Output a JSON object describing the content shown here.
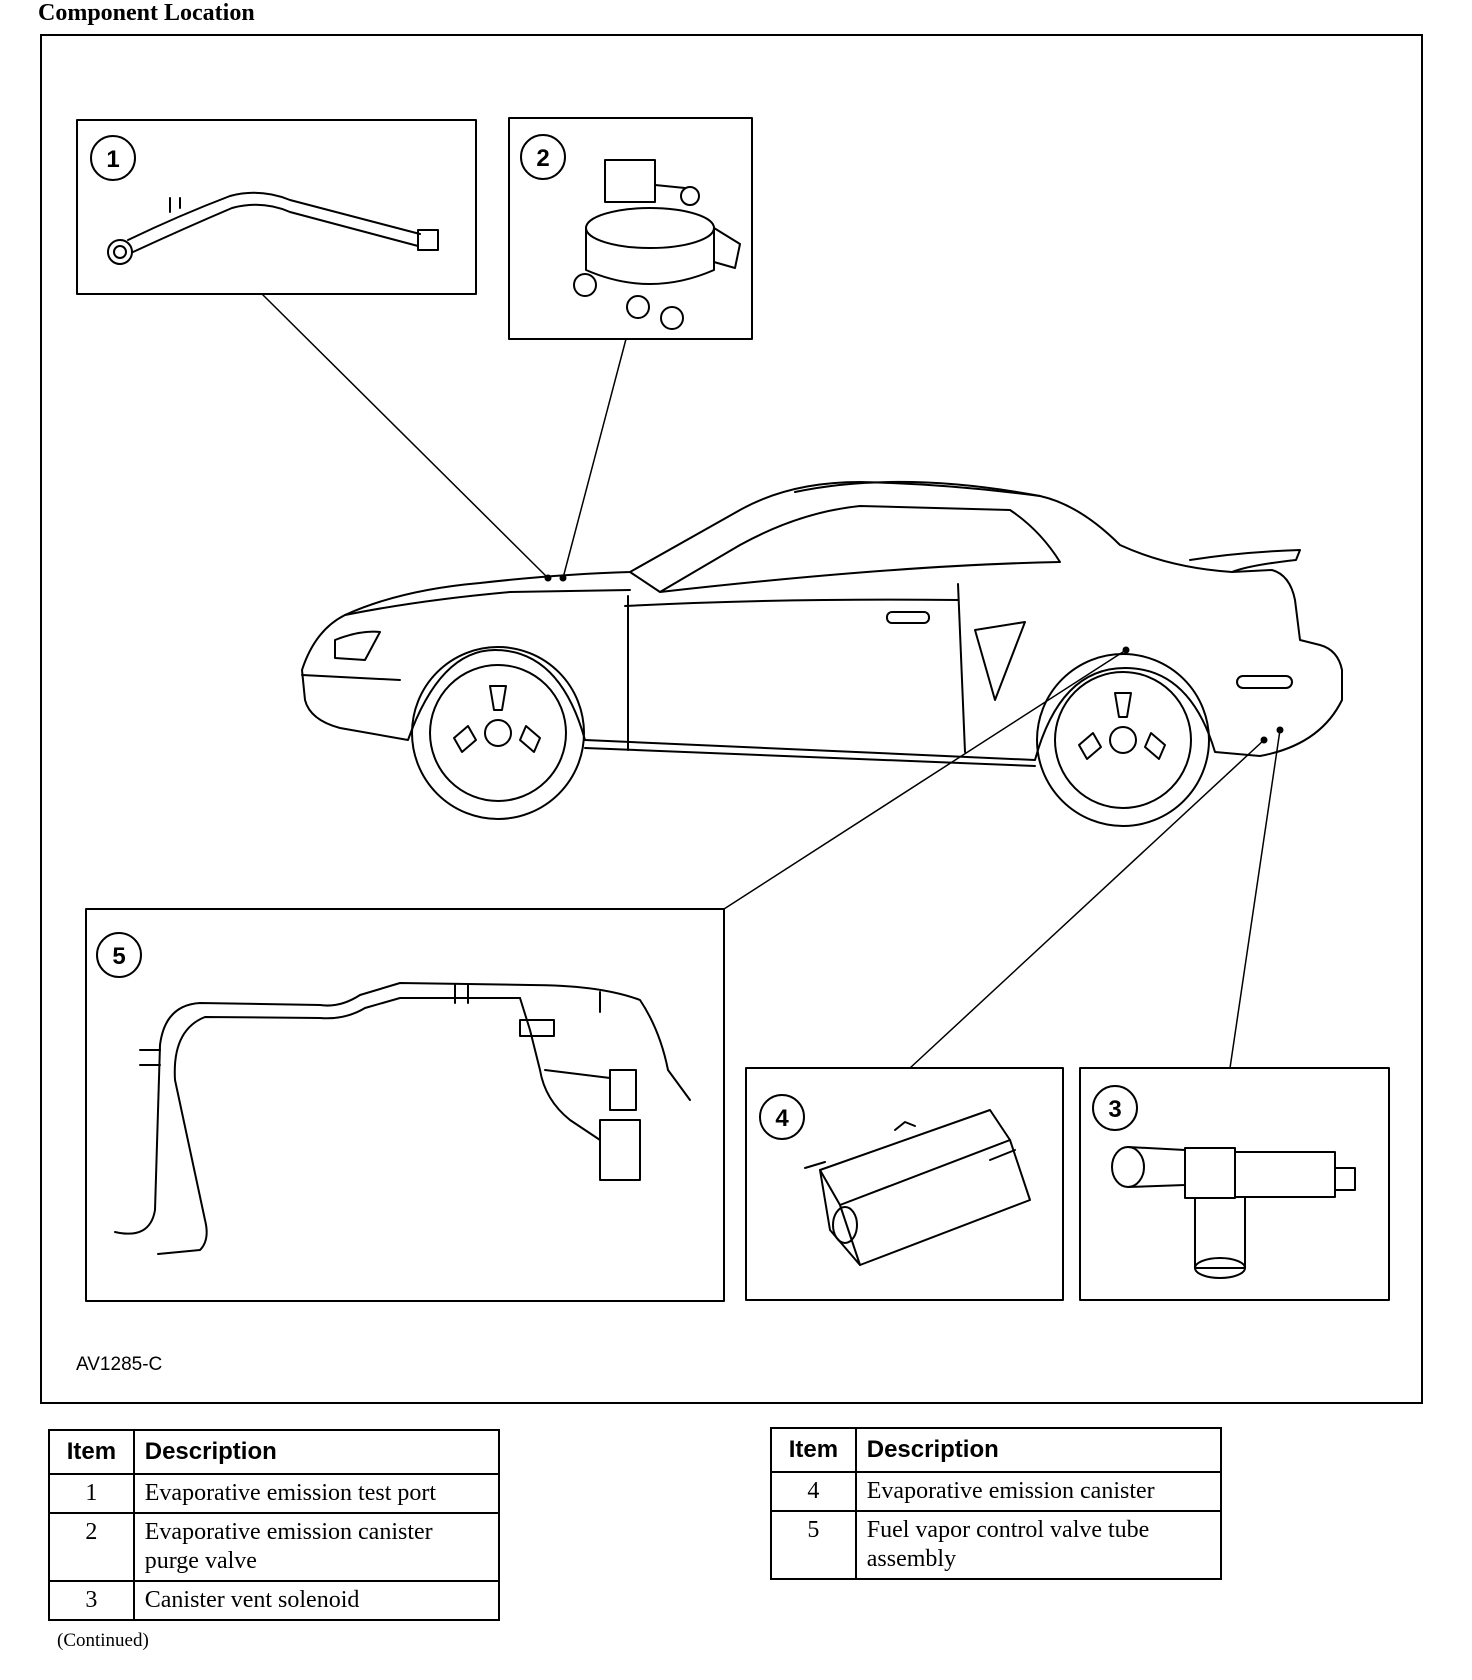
{
  "page": {
    "title": "Component Location",
    "figure_code": "AV1285-C",
    "continued": "(Continued)"
  },
  "callouts": [
    "1",
    "2",
    "3",
    "4",
    "5"
  ],
  "legend_tables": [
    {
      "header_item": "Item",
      "header_description": "Description",
      "rows": [
        {
          "item": "1",
          "description": "Evaporative emission test port"
        },
        {
          "item": "2",
          "description": "Evaporative emission canister purge valve"
        },
        {
          "item": "3",
          "description": "Canister vent solenoid"
        }
      ]
    },
    {
      "header_item": "Item",
      "header_description": "Description",
      "rows": [
        {
          "item": "4",
          "description": "Evaporative emission canister"
        },
        {
          "item": "5",
          "description": "Fuel vapor control valve tube assembly"
        }
      ]
    }
  ]
}
